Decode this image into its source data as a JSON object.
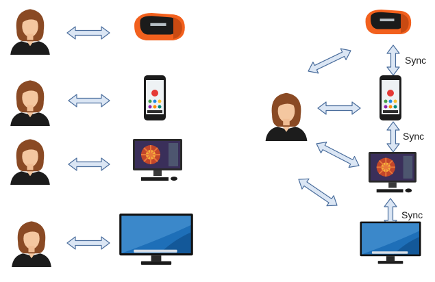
{
  "diagram": {
    "left_panel": {
      "rows": [
        {
          "user": "user-icon",
          "link": "bidirectional-arrow",
          "device": "smartwatch-icon"
        },
        {
          "user": "user-icon",
          "link": "bidirectional-arrow",
          "device": "smartphone-icon"
        },
        {
          "user": "user-icon",
          "link": "bidirectional-arrow",
          "device": "desktop-computer-icon"
        },
        {
          "user": "user-icon",
          "link": "bidirectional-arrow",
          "device": "large-monitor-icon"
        }
      ]
    },
    "right_panel": {
      "center": "user-icon",
      "devices": [
        "smartwatch-icon",
        "smartphone-icon",
        "desktop-computer-icon",
        "large-monitor-icon"
      ],
      "sync_labels": [
        "Sync",
        "Sync",
        "Sync"
      ]
    },
    "colors": {
      "arrow_fill": "#dbe6f4",
      "arrow_stroke": "#4a6d9c",
      "watch_band": "#f2601d",
      "device_dark": "#1b1b1b",
      "screen_blue": "#1e6fb8",
      "hair": "#8a4a24",
      "skin": "#f4c7a0"
    }
  }
}
